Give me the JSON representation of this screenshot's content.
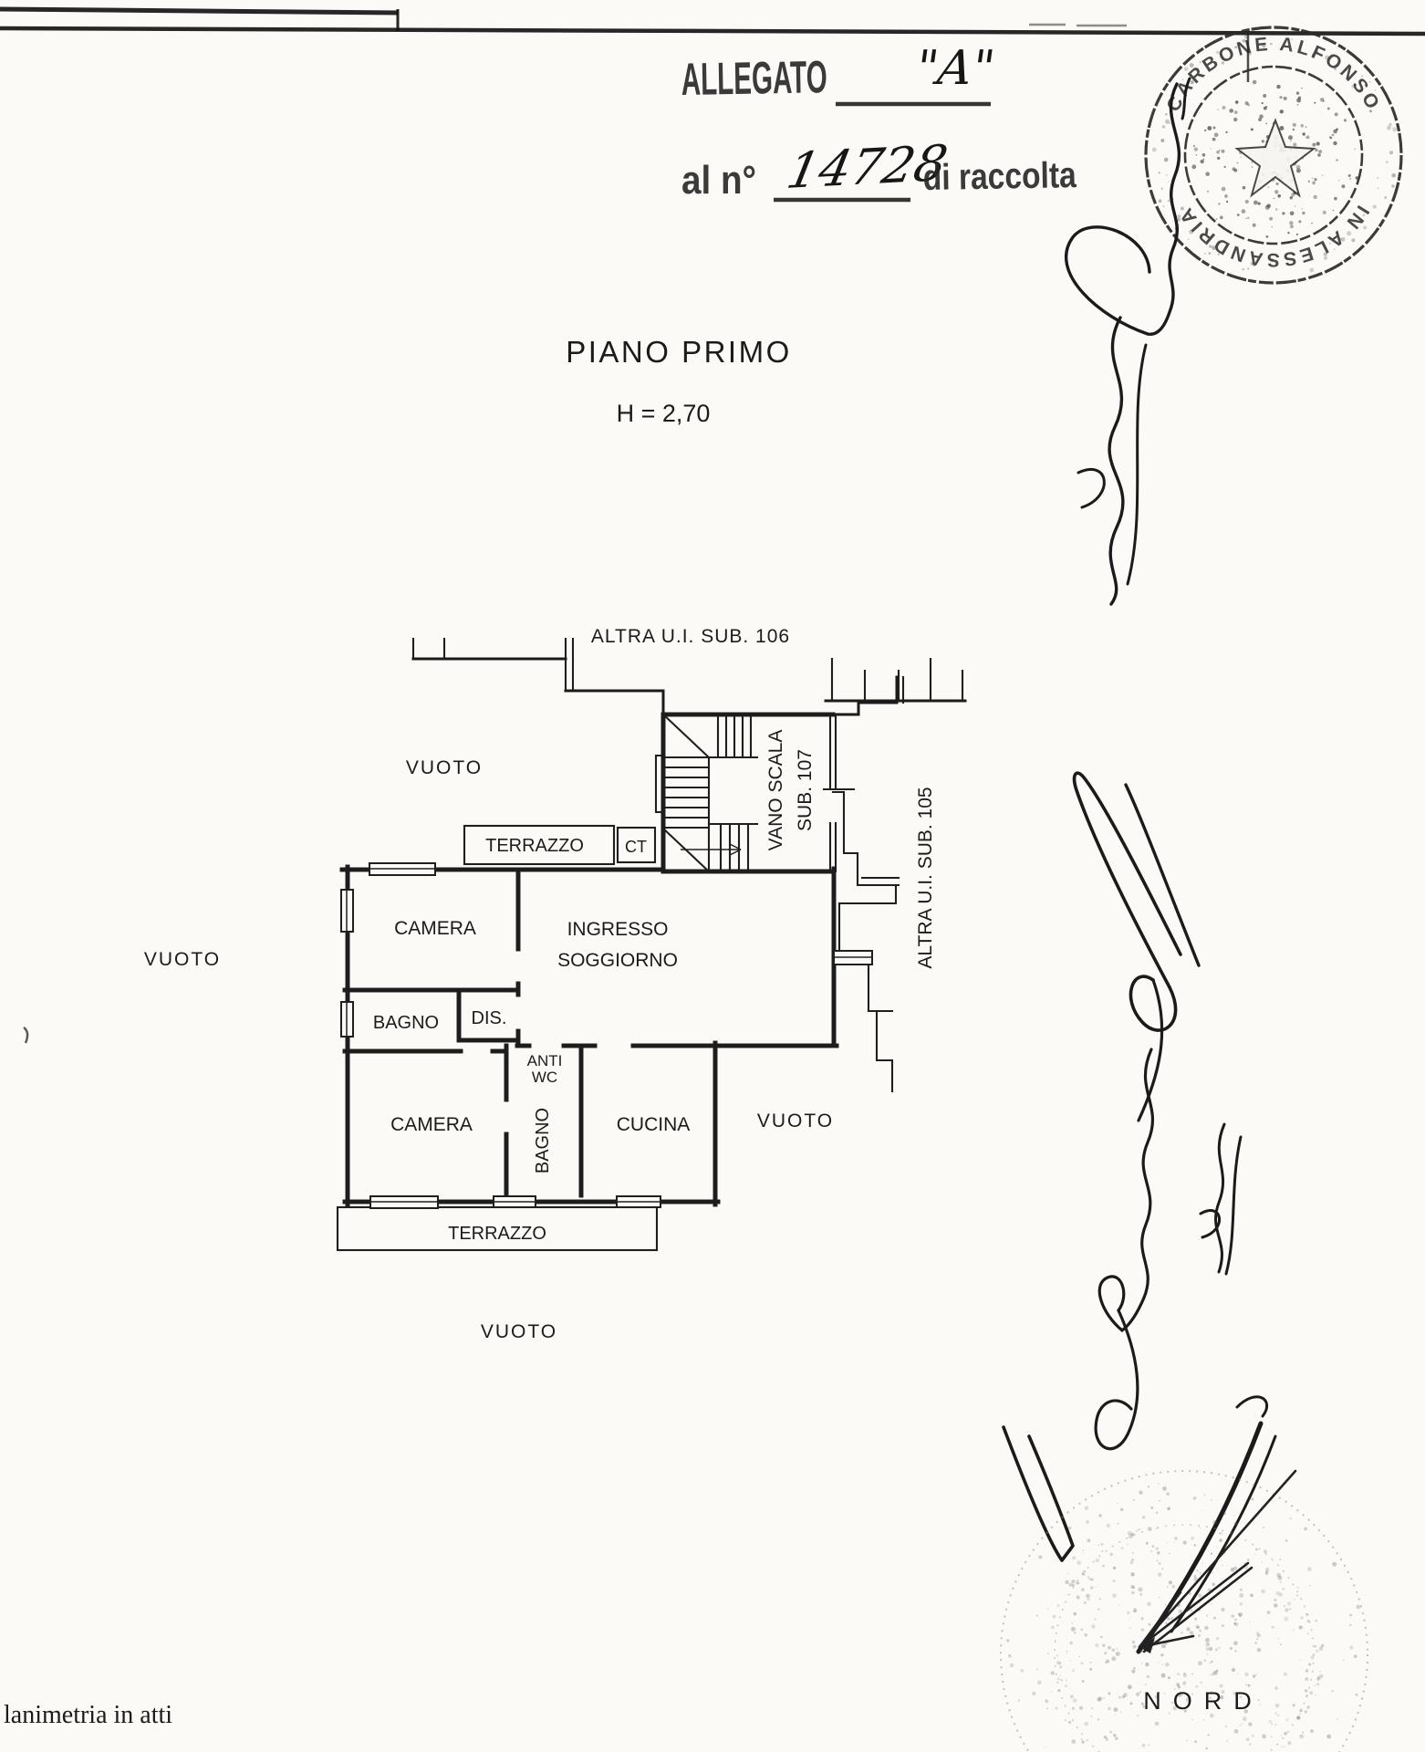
{
  "colors": {
    "paper": "#fbfaf7",
    "ink": "#1c1c1c",
    "stamp_ink": "#2b2b2b",
    "faint_stamp_gray": "#8a8a8a"
  },
  "header": {
    "allegato_label": "ALLEGATO",
    "allegato_value": "\"A\"",
    "protocol_label": "al n°",
    "protocol_number": "14728",
    "raccolta_label": "di raccolta"
  },
  "title": {
    "floor_title": "PIANO PRIMO",
    "floor_height": "H = 2,70"
  },
  "plan": {
    "labels": {
      "altra_ui_106": "ALTRA U.I. SUB. 106",
      "altra_ui_105": "ALTRA U.I. SUB. 105",
      "vano_scala_line1": "VANO SCALA",
      "vano_scala_line2": "SUB. 107",
      "vuoto": "VUOTO",
      "terrazzo": "TERRAZZO",
      "ct": "CT",
      "camera": "CAMERA",
      "ingresso": "INGRESSO",
      "soggiorno": "SOGGIORNO",
      "bagno": "BAGNO",
      "dis": "DIS.",
      "anti_wc_line1": "ANTI",
      "anti_wc_line2": "WC",
      "cucina": "CUCINA"
    }
  },
  "stamps": {
    "notary_seal": {
      "arc_top": "CARBONE ALFONSO",
      "arc_bottom": "IN ALESSANDRIA"
    },
    "compass": {
      "north_label": "NORD"
    }
  },
  "footer": {
    "note": "lanimetria in atti"
  }
}
